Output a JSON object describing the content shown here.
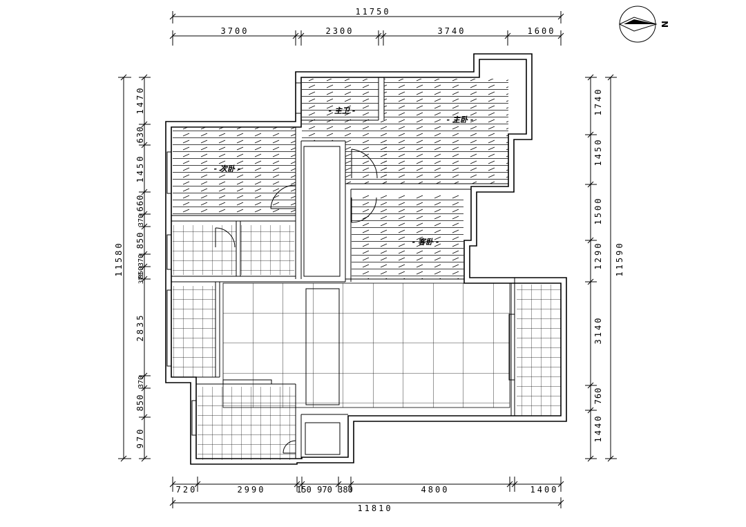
{
  "drawing": {
    "north_label": "N",
    "rooms": {
      "master_bath": "- 主卫 -",
      "master_bed": "- 主卧 -",
      "second_bed": "- 次卧 -",
      "guest_bed": "- 客卧 -"
    },
    "dims": {
      "top_total": "11750",
      "top_segments": [
        "3700",
        "2300",
        "3740",
        "1600"
      ],
      "bottom_total": "11810",
      "bottom_segments": [
        "720",
        "2990",
        "150",
        "970",
        "380",
        "4800",
        "1400"
      ],
      "left_total": "11580",
      "left_segments": [
        "1470",
        "630",
        "1450",
        "660",
        "370",
        "850",
        "370",
        "850",
        "370",
        "2835",
        "370",
        "850",
        "970"
      ],
      "right_total": "11590",
      "right_segments": [
        "1740",
        "1450",
        "1500",
        "1290",
        "3140",
        "760",
        "1440"
      ]
    }
  }
}
